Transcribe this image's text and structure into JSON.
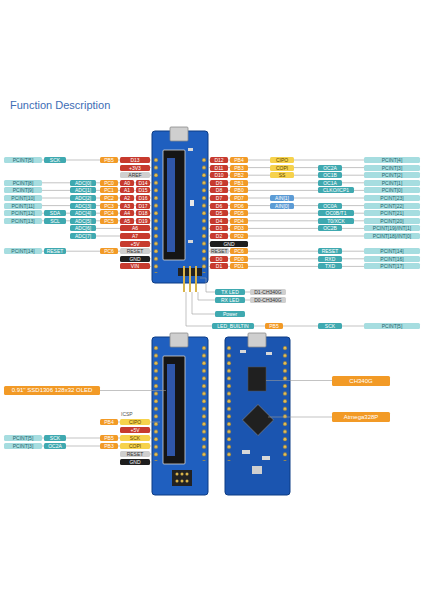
{
  "diagram": {
    "title": "Function Description",
    "nodes": [
      {
        "text": [
          "PCINT[5]"
        ]
      },
      {
        "text": [
          "SCK"
        ]
      },
      {
        "text": [
          "PB5"
        ]
      },
      {
        "text": [
          "D13"
        ]
      },
      {
        "text": [
          "+3V3"
        ]
      },
      {
        "text": [
          "AREF"
        ]
      },
      {
        "text": [
          "PCINT[8]"
        ]
      },
      {
        "text": [
          "ADC[0]"
        ]
      },
      {
        "text": [
          "PC0"
        ]
      },
      {
        "text": [
          "A0"
        ]
      },
      {
        "text": [
          "D14"
        ]
      },
      {
        "text": [
          "PCINT[9]"
        ]
      },
      {
        "text": [
          "ADC[1]"
        ]
      },
      {
        "text": [
          "PC1"
        ]
      },
      {
        "text": [
          "A1"
        ]
      },
      {
        "text": [
          "D15"
        ]
      },
      {
        "text": [
          "PCINT[10]"
        ]
      },
      {
        "text": [
          "ADC[2]"
        ]
      },
      {
        "text": [
          "PC2"
        ]
      },
      {
        "text": [
          "A2"
        ]
      },
      {
        "text": [
          "D16"
        ]
      },
      {
        "text": [
          "PCINT[11]"
        ]
      },
      {
        "text": [
          "ADC[3]"
        ]
      },
      {
        "text": [
          "PC3"
        ]
      },
      {
        "text": [
          "A3"
        ]
      },
      {
        "text": [
          "D17"
        ]
      },
      {
        "text": [
          "PCINT[12]"
        ]
      },
      {
        "text": [
          "SDA"
        ]
      },
      {
        "text": [
          "ADC[4]"
        ]
      },
      {
        "text": [
          "PC4"
        ]
      },
      {
        "text": [
          "A4"
        ]
      },
      {
        "text": [
          "D18"
        ]
      },
      {
        "text": [
          "PCINT[13]"
        ]
      },
      {
        "text": [
          "SCL"
        ]
      },
      {
        "text": [
          "ADC[5]"
        ]
      },
      {
        "text": [
          "PC5"
        ]
      },
      {
        "text": [
          "A5"
        ]
      },
      {
        "text": [
          "D19"
        ]
      },
      {
        "text": [
          "ADC[6]"
        ]
      },
      {
        "text": [
          "A6"
        ]
      },
      {
        "text": [
          "ADC[7]"
        ]
      },
      {
        "text": [
          "A7"
        ]
      },
      {
        "text": [
          "+5V"
        ]
      },
      {
        "text": [
          "PCINT[14]"
        ]
      },
      {
        "text": [
          "RESET"
        ]
      },
      {
        "text": [
          "PC6"
        ]
      },
      {
        "text": [
          "RESET"
        ]
      },
      {
        "text": [
          "GND"
        ]
      },
      {
        "text": [
          "VIN"
        ]
      },
      {
        "text": [
          "D12"
        ]
      },
      {
        "text": [
          "PB4"
        ]
      },
      {
        "text": [
          "CIPO"
        ]
      },
      {
        "text": [
          "PCINT[4]"
        ]
      },
      {
        "text": [
          "D11"
        ]
      },
      {
        "text": [
          "PB3"
        ]
      },
      {
        "text": [
          "COPI"
        ]
      },
      {
        "text": [
          "OC2A"
        ]
      },
      {
        "text": [
          "PCINT[3]"
        ]
      },
      {
        "text": [
          "D10"
        ]
      },
      {
        "text": [
          "PB2"
        ]
      },
      {
        "text": [
          "SS"
        ]
      },
      {
        "text": [
          "OC1B"
        ]
      },
      {
        "text": [
          "PCINT[2]"
        ]
      },
      {
        "text": [
          "D9"
        ]
      },
      {
        "text": [
          "PB1"
        ]
      },
      {
        "text": [
          "OC1A"
        ]
      },
      {
        "text": [
          "PCINT[1]"
        ]
      },
      {
        "text": [
          "D8"
        ]
      },
      {
        "text": [
          "PB0"
        ]
      },
      {
        "text": [
          "CLKO/ICP1"
        ]
      },
      {
        "text": [
          "PCINT[0]"
        ]
      },
      {
        "text": [
          "D7"
        ]
      },
      {
        "text": [
          "PD7"
        ]
      },
      {
        "text": [
          "AIN[1]"
        ]
      },
      {
        "text": [
          "PCINT[23]"
        ]
      },
      {
        "text": [
          "D6"
        ]
      },
      {
        "text": [
          "PD6"
        ]
      },
      {
        "text": [
          "AIN[0]"
        ]
      },
      {
        "text": [
          "OC0A"
        ]
      },
      {
        "text": [
          "PCINT[22]"
        ]
      },
      {
        "text": [
          "D5"
        ]
      },
      {
        "text": [
          "PD5"
        ]
      },
      {
        "text": [
          "OC0B/T1"
        ]
      },
      {
        "text": [
          "PCINT[21]"
        ]
      },
      {
        "text": [
          "D4"
        ]
      },
      {
        "text": [
          "PD4"
        ]
      },
      {
        "text": [
          "T0/XCK"
        ]
      },
      {
        "text": [
          "PCINT[20]"
        ]
      },
      {
        "text": [
          "D3"
        ]
      },
      {
        "text": [
          "PD3"
        ]
      },
      {
        "text": [
          "OC2B"
        ]
      },
      {
        "text": [
          "PCINT[19]/INT[1]"
        ]
      },
      {
        "text": [
          "D2"
        ]
      },
      {
        "text": [
          "PD2"
        ]
      },
      {
        "text": [
          "PCINT[18]/INT[0]"
        ]
      },
      {
        "text": [
          "GND"
        ]
      },
      {
        "text": [
          "RESET"
        ]
      },
      {
        "text": [
          "PC6"
        ]
      },
      {
        "text": [
          "RESET"
        ]
      },
      {
        "text": [
          "PCINT[14]"
        ]
      },
      {
        "text": [
          "D0"
        ]
      },
      {
        "text": [
          "PD0"
        ]
      },
      {
        "text": [
          "RXD"
        ]
      },
      {
        "text": [
          "PCINT[16]"
        ]
      },
      {
        "text": [
          "D1"
        ]
      },
      {
        "text": [
          "PD1"
        ]
      },
      {
        "text": [
          "TXD"
        ]
      },
      {
        "text": [
          "PCINT[17]"
        ]
      },
      {
        "text": [
          "TX LED"
        ]
      },
      {
        "text": [
          "D1-CH340G"
        ]
      },
      {
        "text": [
          "RX LED"
        ]
      },
      {
        "text": [
          "D0-CH340G"
        ]
      },
      {
        "text": [
          "Power"
        ]
      },
      {
        "text": [
          "LED_BUILTIN"
        ]
      },
      {
        "text": [
          "PB5"
        ]
      },
      {
        "text": [
          "SCK"
        ]
      },
      {
        "text": [
          "PCINT[5]"
        ]
      },
      {
        "text": [
          "0.91'' SSD1306 128x32 OLED"
        ]
      },
      {
        "text": [
          "PB4"
        ]
      },
      {
        "text": [
          "CIPO"
        ]
      },
      {
        "text": [
          "+5V"
        ]
      },
      {
        "text": [
          "PCINT[5]"
        ]
      },
      {
        "text": [
          "SCK"
        ]
      },
      {
        "text": [
          "PB5"
        ]
      },
      {
        "text": [
          "SCK"
        ]
      },
      {
        "text": [
          "PCINT[3]"
        ]
      },
      {
        "text": [
          "OC2A"
        ]
      },
      {
        "text": [
          "PB3"
        ]
      },
      {
        "text": [
          "COPI"
        ]
      },
      {
        "text": [
          "RESET"
        ]
      },
      {
        "text": [
          "GND"
        ]
      },
      {
        "text": [
          "CH340G"
        ]
      },
      {
        "text": [
          "Atmega328P"
        ]
      }
    ],
    "labels": [
      "ICSP"
    ]
  }
}
